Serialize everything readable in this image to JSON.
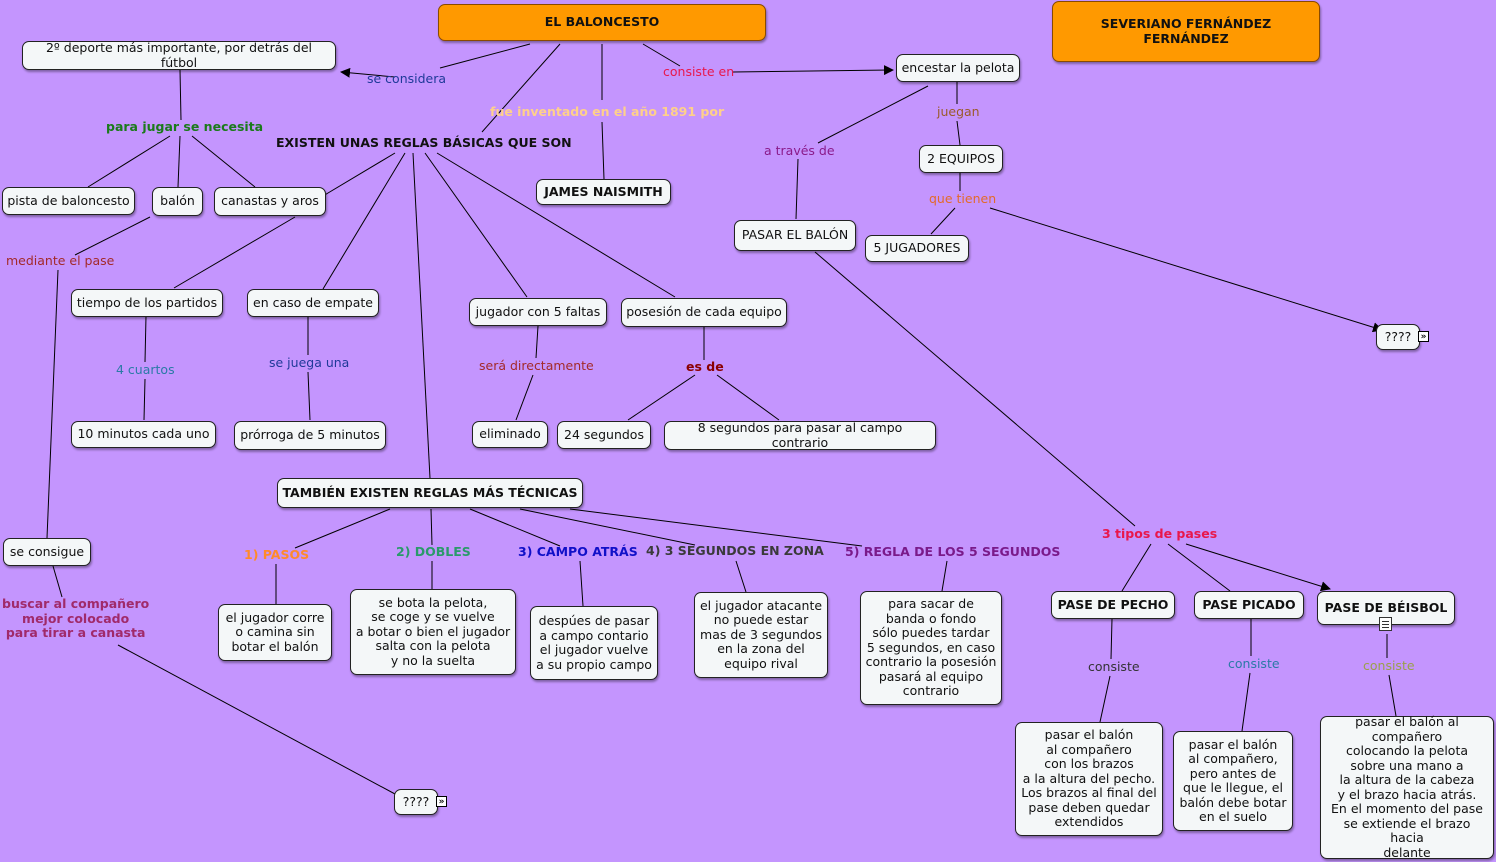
{
  "colors": {
    "background": "#c495fe",
    "title_box": "#ff9900",
    "node_fill": "#f4f7f8"
  },
  "title": "EL BALONCESTO",
  "author": "SEVERIANO FERNÁNDEZ FERNÁNDEZ",
  "nodes": {
    "deporte": "2º deporte más importante, por detrás del fútbol",
    "pista": "pista de baloncesto",
    "balon": "balón",
    "canastas": "canastas y aros",
    "james": "JAMES NAISMITH",
    "encestar": "encestar la pelota",
    "equipos": "2 EQUIPOS",
    "jugadores": "5 JUGADORES",
    "pasar": "PASAR EL BALÓN",
    "q1": "????",
    "q2": "????",
    "tiempo": "tiempo de los partidos",
    "empate": "en caso de empate",
    "faltas": "jugador con 5 faltas",
    "posesion": "posesión de cada equipo",
    "minutos": "10 minutos cada uno",
    "prorroga": "prórroga de 5 minutos",
    "eliminado": "eliminado",
    "seg24": "24 segundos",
    "seg8": "8 segundos para pasar al campo contrario",
    "tecnicas": "TAMBIÉN EXISTEN REGLAS MÁS TÉCNICAS",
    "seconsigue": "se consigue",
    "pasos_desc": "el jugador corre\no camina sin\nbotar el balón",
    "dobles_desc": "se bota la pelota,\nse coge y se vuelve\na botar o bien el jugador\nsalta con la pelota\ny no la suelta",
    "campo_desc": "despúes de pasar\na campo contario\nel jugador vuelve\na su propio campo",
    "zona_desc": "el jugador atacante\nno puede estar\nmas de 3 segundos\nen la zona del\nequipo rival",
    "regla5_desc": "para sacar de\nbanda o fondo\nsólo puedes tardar\n5 segundos, en caso\ncontrario la posesión\npasará al equipo\ncontrario",
    "pecho": "PASE DE PECHO",
    "picado": "PASE PICADO",
    "beisbol": "PASE DE BÉISBOL",
    "pecho_desc": "pasar el balón\nal compañero\ncon los brazos\na la altura del pecho.\nLos brazos al final del\npase deben quedar\nextendidos",
    "picado_desc": "pasar el balón\nal compañero,\npero antes de\nque le llegue, el\nbalón debe botar\nen el suelo",
    "beisbol_desc": "pasar el balón al\ncompañero\ncolocando la pelota\nsobre una mano a\nla altura de la cabeza\ny el brazo hacia atrás.\nEn el momento del pase\nse extiende el brazo hacia\ndelante"
  },
  "labels": {
    "seconsidera": "se considera",
    "consisteen": "consiste en",
    "fueinventado": "fue inventado en el año 1891 por",
    "parajugar": "para jugar se necesita",
    "reglas": "EXISTEN UNAS REGLAS BÁSICAS QUE SON",
    "juegan": "juegan",
    "atraves": "a través de",
    "quetienen": "que tienen",
    "mediante": "mediante el pase",
    "cuartos": "4 cuartos",
    "sejuega": "se juega una",
    "seradir": "será directamente",
    "esde": "es de",
    "pasos": "1) PASOS",
    "dobles": "2) DOBLES",
    "campo": "3) CAMPO ATRÁS",
    "zona": "4) 3 SEGUNDOS EN ZONA",
    "regla5": "5) REGLA DE LOS 5 SEGUNDOS",
    "tipos": "3 tipos de pases",
    "buscar": "buscar al compañero\nmejor colocado\npara tirar a canasta",
    "consiste1": "consiste",
    "consiste2": "consiste",
    "consiste3": "consiste"
  },
  "icons": [
    "expand-icon",
    "note-icon"
  ]
}
